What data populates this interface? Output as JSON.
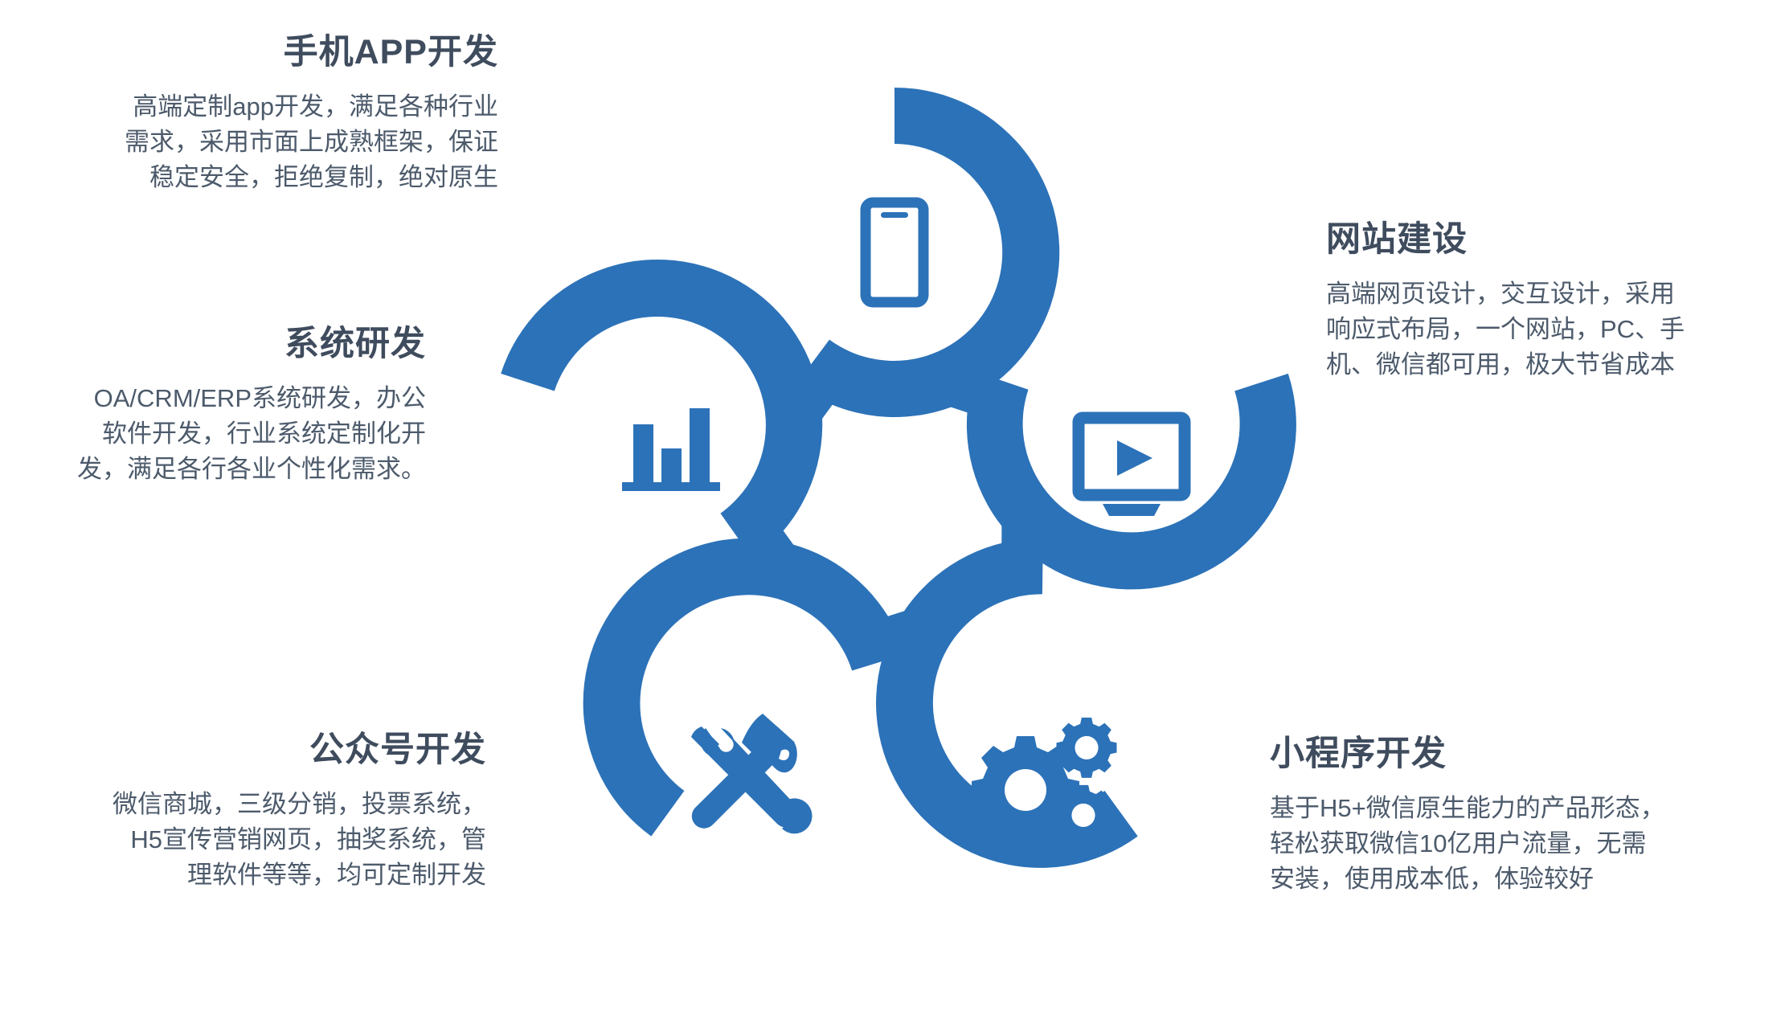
{
  "theme": {
    "brand_blue": "#2c72b8",
    "heading_color": "#3f4c5e",
    "body_color": "#4c5a6b",
    "background": "#ffffff"
  },
  "diagram": {
    "type": "five-petal-circular-arrow-flower",
    "petal_count": 5
  },
  "sections": [
    {
      "id": "app",
      "icon": "smartphone-icon",
      "heading": "手机APP开发",
      "body": "高端定制app开发，满足各种行业\n需求，采用市面上成熟框架，保证\n稳定安全，拒绝复制，绝对原生"
    },
    {
      "id": "website",
      "icon": "monitor-play-icon",
      "heading": "网站建设",
      "body": "高端网页设计，交互设计，采用\n响应式布局，一个网站，PC、手\n机、微信都可用，极大节省成本"
    },
    {
      "id": "miniapp",
      "icon": "gears-icon",
      "heading": "小程序开发",
      "body": "基于H5+微信原生能力的产品形态，\n轻松获取微信10亿用户流量，无需\n安装，使用成本低，体验较好"
    },
    {
      "id": "official",
      "icon": "hammer-wrench-icon",
      "heading": "公众号开发",
      "body": "微信商城，三级分销，投票系统，\nH5宣传营销网页，抽奖系统，管\n理软件等等，均可定制开发"
    },
    {
      "id": "system",
      "icon": "bar-chart-icon",
      "heading": "系统研发",
      "body": "OA/CRM/ERP系统研发，办公\n软件开发，行业系统定制化开\n发，满足各行各业个性化需求。"
    }
  ]
}
